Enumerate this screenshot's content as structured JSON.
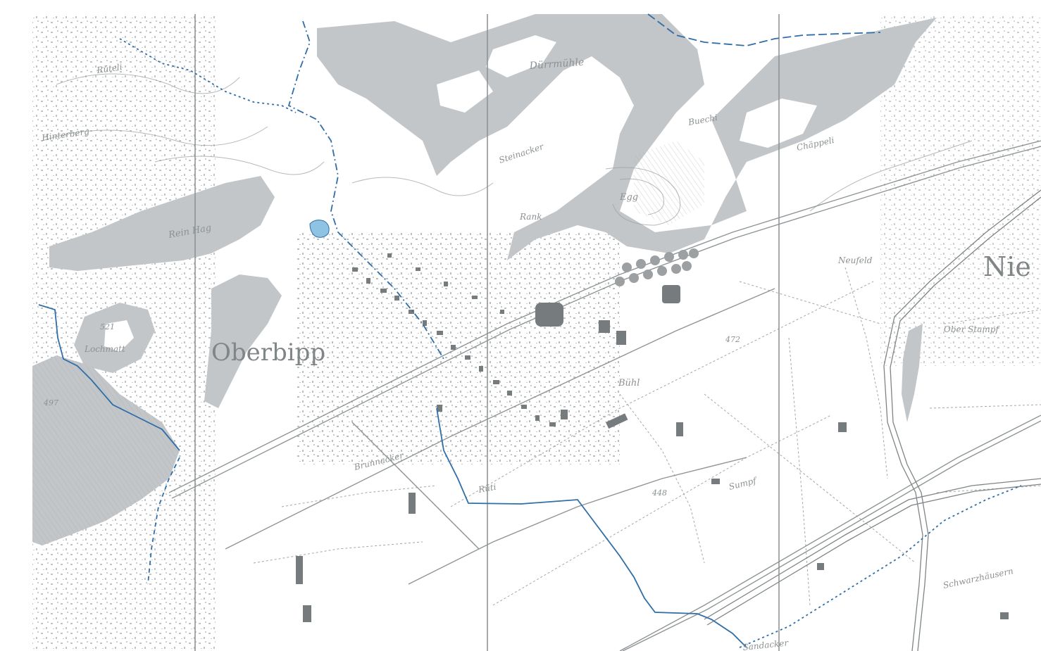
{
  "map": {
    "colors": {
      "background": "#ffffff",
      "forest": "#c3c6c8",
      "forest_dark": "#a9adaf",
      "lines": "#8f9496",
      "buildings": "#767b7d",
      "grid": "#8a8f91",
      "water": "#2f6ea8",
      "lake": "#8ec3e3"
    },
    "labels": {
      "town_major": "Oberbipp",
      "town_partial": "Nie",
      "place_1": "Rein Hag",
      "place_2": "Rüteli",
      "place_3": "Hinterberg",
      "place_4": "Dürrmühle",
      "place_5": "Egg",
      "place_6": "Steinacker",
      "place_7": "Schwarzhäusern",
      "place_8": "Sandacker",
      "place_9": "Neufeld",
      "place_10": "Buechi",
      "place_11": "Rank",
      "place_12": "Chäppeli",
      "place_13": "Bühl",
      "place_14": "Ober Stampf",
      "place_15": "Sumpf",
      "place_16": "Brunnacker",
      "place_17": "Lochmatt",
      "place_18": "Rüti",
      "elev_1": "497",
      "elev_2": "472",
      "elev_3": "448",
      "elev_4": "521"
    }
  }
}
